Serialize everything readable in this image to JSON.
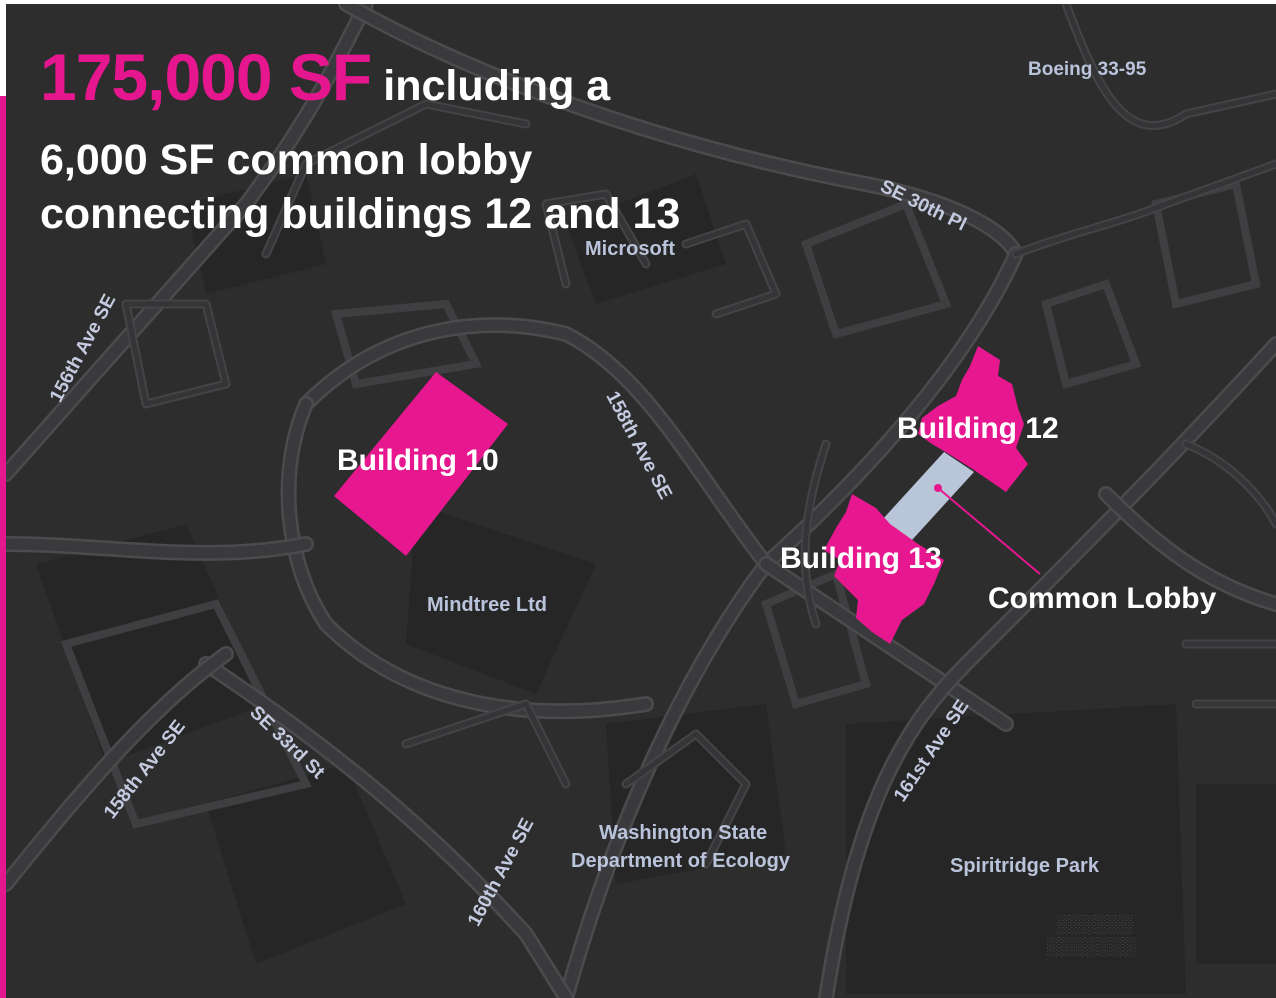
{
  "headline": {
    "size": "175,000 SF",
    "rest": "including a",
    "line2": "6,000 SF common lobby",
    "line3": "connecting buildings 12 and 13"
  },
  "places": {
    "boeing": "Boeing 33-95",
    "microsoft": "Microsoft",
    "mindtree": "Mindtree Ltd",
    "ecology_1": "Washington State",
    "ecology_2": "Department of Ecology",
    "park": "Spiritridge Park"
  },
  "streets": {
    "se_30th_pl": "SE 30th Pl",
    "ave_156th": "156th Ave SE",
    "ave_158th_north": "158th Ave SE",
    "ave_158th_south": "158th Ave SE",
    "se_33rd": "SE 33rd St",
    "ave_160th": "160th Ave SE",
    "ave_161st": "161st Ave SE"
  },
  "buildings": {
    "b10": "Building 10",
    "b12": "Building 12",
    "b13": "Building 13",
    "lobby": "Common Lobby"
  },
  "colors": {
    "accent": "#e6168f",
    "map_background": "#2d2d2e",
    "lobby": "#b9c5d8",
    "label": "#b9c3da"
  }
}
